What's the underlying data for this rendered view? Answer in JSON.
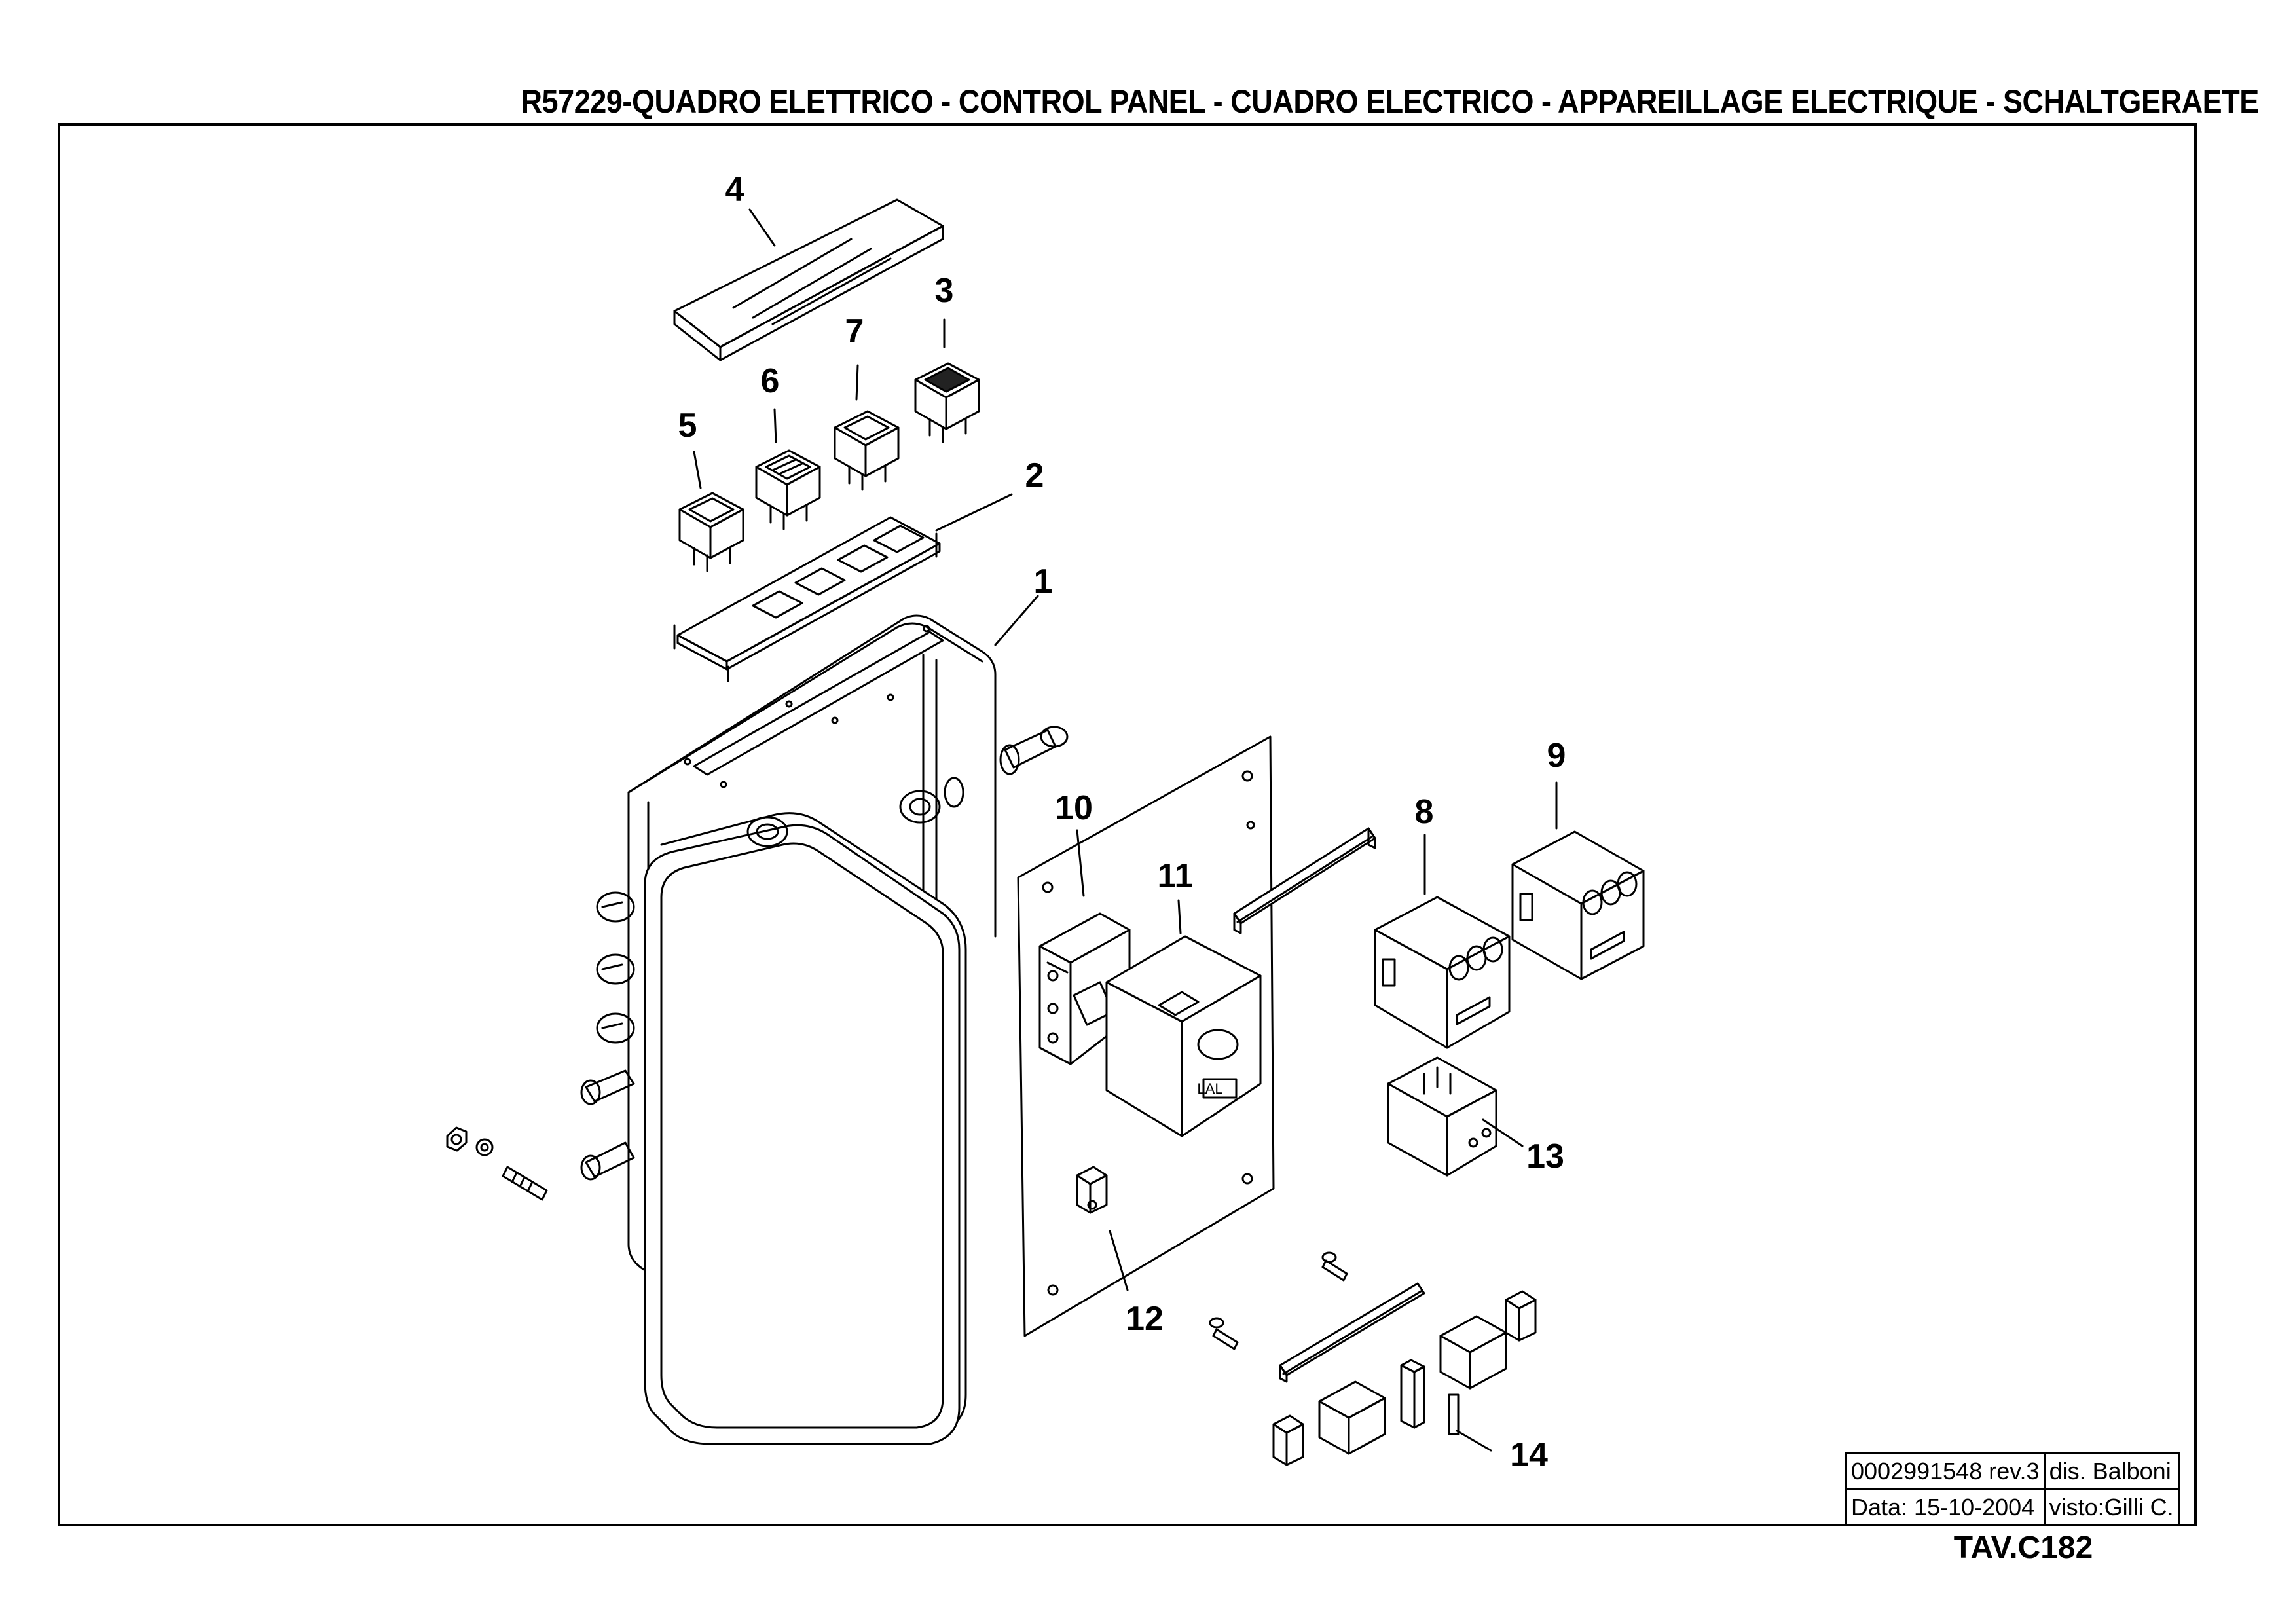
{
  "title": "R57229-QUADRO ELETTRICO - CONTROL PANEL - CUADRO ELECTRICO - APPAREILLAGE ELECTRIQUE - SCHALTGERAETE",
  "callouts": {
    "c1": "1",
    "c2": "2",
    "c3": "3",
    "c4": "4",
    "c5": "5",
    "c6": "6",
    "c7": "7",
    "c8": "8",
    "c9": "9",
    "c10": "10",
    "c11": "11",
    "c12": "12",
    "c13": "13",
    "c14": "14"
  },
  "component_text": {
    "relay_brand": "LAL"
  },
  "title_block": {
    "drawing_number": "0002991548 rev.3",
    "drawn_by": "dis. Balboni",
    "date": "Data: 15-10-2004",
    "checked_by": "visto:Gilli C."
  },
  "sheet_id": "TAV.C182"
}
